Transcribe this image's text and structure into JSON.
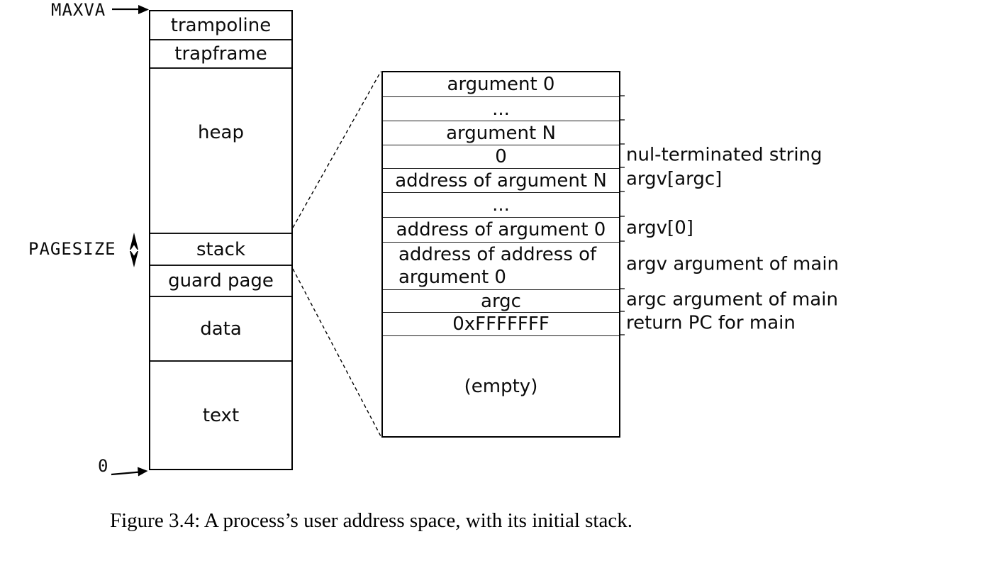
{
  "figure_caption": "Figure 3.4: A process’s user address space, with its initial stack.",
  "colors": {
    "line": "#000000",
    "background": "#ffffff",
    "text": "#000000"
  },
  "address_space": {
    "max_label": "MAXVA",
    "min_label": "0",
    "pagesize_label": "PAGESIZE",
    "regions": [
      {
        "label": "trampoline"
      },
      {
        "label": "trapframe"
      },
      {
        "label": "heap"
      },
      {
        "label": "stack"
      },
      {
        "label": "guard page"
      },
      {
        "label": "data"
      },
      {
        "label": "text"
      }
    ]
  },
  "stack_detail": {
    "rows": [
      {
        "label": "argument 0"
      },
      {
        "label": "..."
      },
      {
        "label": "argument N"
      },
      {
        "label": "0",
        "annotation": "nul-terminated string"
      },
      {
        "label": "address of argument N",
        "annotation": "argv[argc]"
      },
      {
        "label": "..."
      },
      {
        "label": "address of argument 0",
        "annotation": "argv[0]"
      },
      {
        "label": "address of address of argument 0",
        "annotation": "argv argument of main"
      },
      {
        "label": "argc",
        "annotation": "argc argument of main"
      },
      {
        "label": "0xFFFFFFF",
        "annotation": "return PC for main"
      },
      {
        "label": "(empty)"
      }
    ]
  }
}
